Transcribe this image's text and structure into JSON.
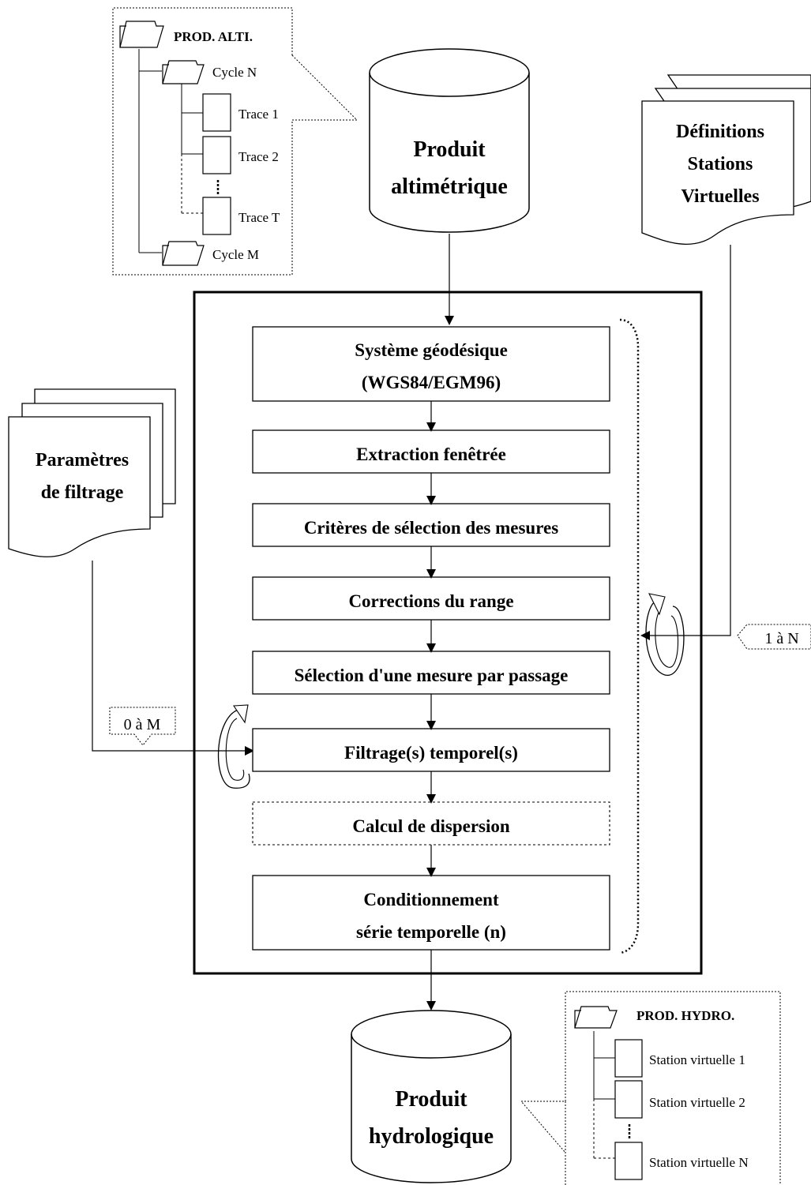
{
  "top_tree": {
    "root_label": "PROD. ALTI.",
    "cycle_first": "Cycle N",
    "traces": [
      "Trace 1",
      "Trace 2",
      "Trace T"
    ],
    "cycle_last": "Cycle M"
  },
  "input_product": {
    "line1": "Produit",
    "line2": "altimétrique"
  },
  "stations_doc": {
    "line1": "Définitions",
    "line2": "Stations",
    "line3": "Virtuelles"
  },
  "filter_doc": {
    "line1": "Paramètres",
    "line2": "de filtrage"
  },
  "steps": [
    {
      "line1": "Système géodésique",
      "line2": "(WGS84/EGM96)"
    },
    {
      "line1": "Extraction fenêtrée"
    },
    {
      "line1": "Critères de sélection des mesures"
    },
    {
      "line1": "Corrections du range"
    },
    {
      "line1": "Sélection d'une mesure par passage"
    },
    {
      "line1": "Filtrage(s) temporel(s)"
    },
    {
      "line1": "Calcul de dispersion"
    },
    {
      "line1": "Conditionnement",
      "line2": "série temporelle (n)"
    }
  ],
  "loop_stations_label": "1 à N",
  "loop_filter_label": "0 à M",
  "output_product": {
    "line1": "Produit",
    "line2": "hydrologique"
  },
  "bottom_tree": {
    "root_label": "PROD. HYDRO.",
    "stations": [
      "Station virtuelle 1",
      "Station virtuelle 2",
      "Station virtuelle N"
    ]
  }
}
